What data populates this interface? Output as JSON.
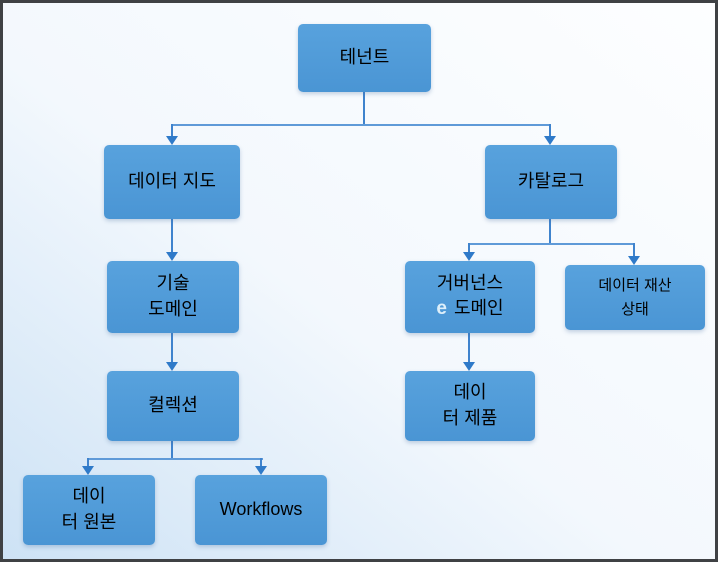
{
  "diagram": {
    "type": "hierarchy-flowchart",
    "description_visible_text_only": true,
    "nodes": {
      "tenant": {
        "label": "테넌트"
      },
      "data_map": {
        "label": "데이터 지도"
      },
      "catalog": {
        "label": "카탈로그"
      },
      "tech_domain": {
        "line1": "기술",
        "line2": "도메인"
      },
      "collection": {
        "label": "컬렉션"
      },
      "data_source": {
        "line1": "데이",
        "line2": "터 원본"
      },
      "workflows": {
        "label": "Workflows"
      },
      "governance_domain": {
        "line1": "거버넌스",
        "line2_accent": "e",
        "line2_rest": "도메인"
      },
      "data_asset_state": {
        "line1": "데이터 재산",
        "line2": "상태"
      },
      "data_product": {
        "line1": "데이",
        "line2": "터 제품"
      }
    },
    "edges": [
      "tenant->data_map",
      "tenant->catalog",
      "data_map->tech_domain",
      "tech_domain->collection",
      "collection->data_source",
      "collection->workflows",
      "catalog->governance_domain",
      "catalog->data_asset_state",
      "governance_domain->data_product"
    ],
    "colors": {
      "node_fill": "#4f9cd9",
      "node_fill_top": "#58a2dd",
      "node_fill_bottom": "#4a95d4",
      "connector_vertical": "#3f83cd",
      "connector_horizontal": "#5f9ad8",
      "arrowhead": "#2f7ac9",
      "text": "#000000",
      "accent_e_text": "#ddeffa",
      "background_light": "#fdfeff",
      "background_blue": "#cde2f5",
      "outer_border": "#3f4144"
    }
  }
}
